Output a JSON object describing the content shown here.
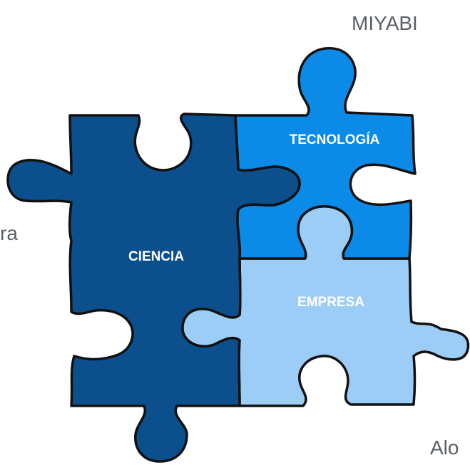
{
  "slide": {
    "corner_title": "MIYABI",
    "left_fragment": "ra",
    "bottom_fragment": "Alo"
  },
  "pieces": {
    "ciencia": {
      "label": "CIENCIA",
      "color": "#0b4f8c"
    },
    "tecnologia": {
      "label": "TECNOLOGÍA",
      "color": "#0b8ae8"
    },
    "empresa": {
      "label": "EMPRESA",
      "color": "#9ccdf7"
    }
  }
}
